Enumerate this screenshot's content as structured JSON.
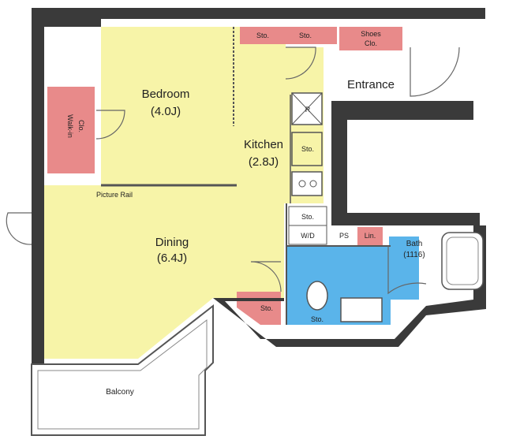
{
  "rooms": {
    "bedroom": {
      "name": "Bedroom",
      "size": "(4.0J)"
    },
    "kitchen": {
      "name": "Kitchen",
      "size": "(2.8J)"
    },
    "dining": {
      "name": "Dining",
      "size": "(6.4J)"
    },
    "entrance": {
      "name": "Entrance"
    },
    "bath": {
      "name": "Bath",
      "size": "(1116)"
    },
    "balcony": {
      "name": "Balcony"
    }
  },
  "labels": {
    "walkin": "Walk-in",
    "clo": "Clo.",
    "picture_rail": "Picture Rail",
    "sto": "Sto.",
    "shoes": "Shoes",
    "wd": "W/D",
    "ps": "PS",
    "lin": "Lin.",
    "r": "R"
  },
  "colors": {
    "living": "#f7f4a8",
    "storage": "#e88a8a",
    "bath": "#5ab4ea",
    "wall": "#3a3a3a",
    "floor_white": "#ffffff"
  }
}
